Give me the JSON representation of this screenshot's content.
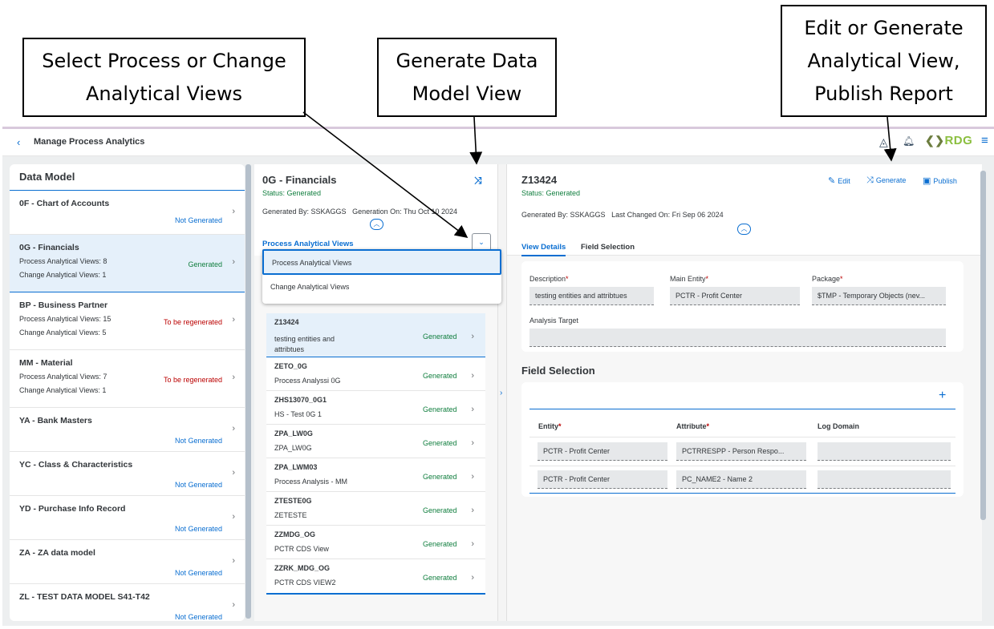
{
  "callouts": {
    "select": "Select Process or Change Analytical Views",
    "generate_model": "Generate Data Model View",
    "edit_generate": "Edit or Generate Analytical View, Publish Report"
  },
  "shell": {
    "back_icon": "chevron-left-icon",
    "title": "Manage Process Analytics",
    "brand": "RDG"
  },
  "data_model": {
    "title": "Data Model",
    "items": [
      {
        "name": "0F - Chart of Accounts",
        "process": "",
        "change": "",
        "status": "Not Generated",
        "status_color": "#0a6ed1"
      },
      {
        "name": "0G - Financials",
        "process": "Process Analytical Views: 8",
        "change": "Change Analytical Views: 1",
        "status": "Generated",
        "status_color": "#107e3e"
      },
      {
        "name": "BP - Business Partner",
        "process": "Process Analytical Views: 15",
        "change": "Change Analytical Views: 5",
        "status": "To be regenerated",
        "status_color": "#bb0000"
      },
      {
        "name": "MM - Material",
        "process": "Process Analytical Views: 7",
        "change": "Change Analytical Views: 1",
        "status": "To be regenerated",
        "status_color": "#bb0000"
      },
      {
        "name": "YA - Bank Masters",
        "status": "Not Generated"
      },
      {
        "name": "YC - Class & Characteristics",
        "status": "Not Generated"
      },
      {
        "name": "YD - Purchase Info Record",
        "status": "Not Generated"
      },
      {
        "name": "ZA - ZA data model",
        "status": "Not Generated"
      },
      {
        "name": "ZL - TEST DATA MODEL S41-T42",
        "status": "Not Generated"
      }
    ]
  },
  "middle": {
    "title": "0G - Financials",
    "status": "Status: Generated",
    "generated_by": "Generated By: SSKAGGS",
    "generation_on": "Generation On: Thu Oct 10 2024",
    "active_tab": "Process Analytical Views",
    "dropdown_options": [
      "Process Analytical Views",
      "Change Analytical Views"
    ],
    "views": [
      {
        "id": "Z13424",
        "desc": "testing entities and attribtues",
        "status": "Generated"
      },
      {
        "id": "ZETO_0G",
        "desc": "Process Analyssi 0G",
        "status": "Generated"
      },
      {
        "id": "ZHS13070_0G1",
        "desc": "HS - Test 0G 1",
        "status": "Generated"
      },
      {
        "id": "ZPA_LW0G",
        "desc": "ZPA_LW0G",
        "status": "Generated"
      },
      {
        "id": "ZPA_LWM03",
        "desc": "Process Analysis - MM",
        "status": "Generated"
      },
      {
        "id": "ZTESTE0G",
        "desc": "ZETESTE",
        "status": "Generated"
      },
      {
        "id": "ZZMDG_OG",
        "desc": "PCTR CDS View",
        "status": "Generated"
      },
      {
        "id": "ZZRK_MDG_OG",
        "desc": "PCTR CDS VIEW2",
        "status": "Generated"
      }
    ]
  },
  "detail": {
    "title": "Z13424",
    "status": "Status: Generated",
    "generated_by": "Generated By: SSKAGGS",
    "changed_on": "Last Changed On: Fri Sep 06 2024",
    "actions": {
      "edit": "Edit",
      "generate": "Generate",
      "publish": "Publish"
    },
    "tabs": {
      "view_details": "View Details",
      "field_selection": "Field Selection"
    },
    "fields": {
      "description_label": "Description",
      "description": "testing entities and attribtues",
      "main_entity_label": "Main Entity",
      "main_entity": "PCTR - Profit Center",
      "package_label": "Package",
      "package": "$TMP - Temporary Objects (nev...",
      "analysis_target_label": "Analysis Target",
      "analysis_target": ""
    },
    "field_selection": {
      "title": "Field Selection",
      "columns": {
        "entity": "Entity",
        "attribute": "Attribute",
        "log_domain": "Log Domain"
      },
      "rows": [
        {
          "entity": "PCTR - Profit Center",
          "attribute": "PCTRRESPP - Person Respo...",
          "log_domain": ""
        },
        {
          "entity": "PCTR - Profit Center",
          "attribute": "PC_NAME2 - Name 2",
          "log_domain": ""
        }
      ]
    }
  },
  "colors": {
    "accent": "#0a6ed1",
    "positive": "#107e3e",
    "negative": "#bb0000",
    "brand": "#8bbf3f"
  }
}
